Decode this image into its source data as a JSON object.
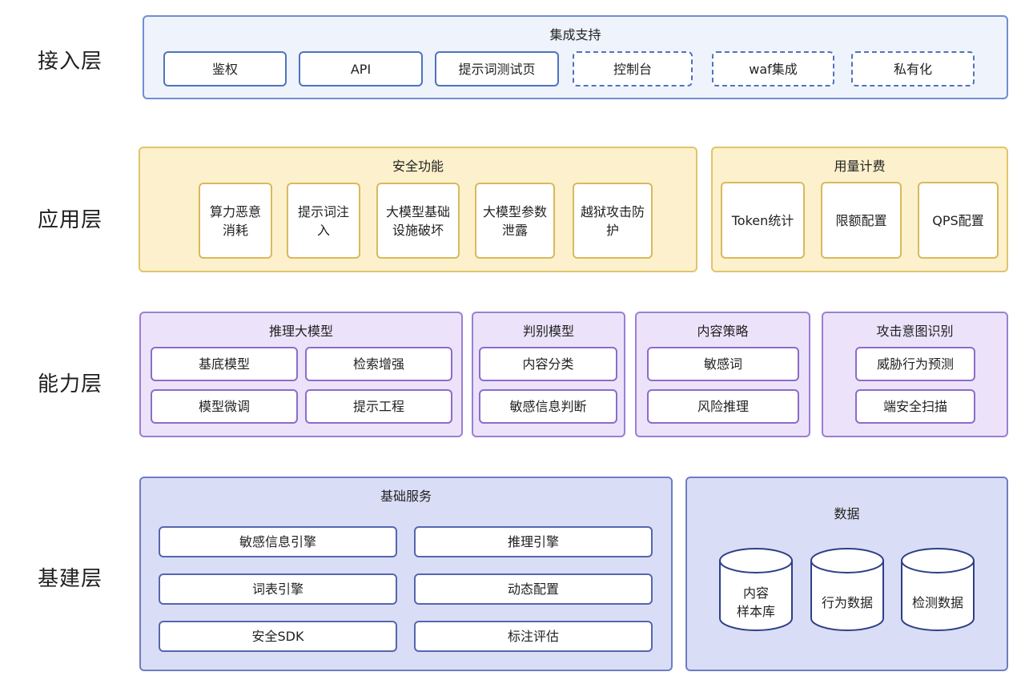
{
  "layers": {
    "access": "接入层",
    "application": "应用层",
    "capability": "能力层",
    "infrastructure": "基建层"
  },
  "integration": {
    "title": "集成支持",
    "items": [
      "鉴权",
      "API",
      "提示词测试页",
      "控制台",
      "waf集成",
      "私有化"
    ]
  },
  "security": {
    "title": "安全功能",
    "items": [
      "算力恶意\n消耗",
      "提示词注\n入",
      "大模型基础\n设施破坏",
      "大模型参数\n泄露",
      "越狱攻击防\n护"
    ]
  },
  "billing": {
    "title": "用量计费",
    "items": [
      "Token统计",
      "限额配置",
      "QPS配置"
    ]
  },
  "inference": {
    "title": "推理大模型",
    "items": [
      "基底模型",
      "检索增强",
      "模型微调",
      "提示工程"
    ]
  },
  "discrimination": {
    "title": "判别模型",
    "items": [
      "内容分类",
      "敏感信息判断"
    ]
  },
  "content_policy": {
    "title": "内容策略",
    "items": [
      "敏感词",
      "风险推理"
    ]
  },
  "attack_intent": {
    "title": "攻击意图识别",
    "items": [
      "威胁行为预测",
      "端安全扫描"
    ]
  },
  "base_services": {
    "title": "基础服务",
    "items": [
      "敏感信息引擎",
      "推理引擎",
      "词表引擎",
      "动态配置",
      "安全SDK",
      "标注评估"
    ]
  },
  "data": {
    "title": "数据",
    "items": [
      "内容\n样本库",
      "行为数据",
      "检测数据"
    ]
  },
  "colors": {
    "access": "#eef3fc",
    "application": "#fcf1cc",
    "capability": "#ece3fb",
    "infrastructure": "#d9def6"
  }
}
